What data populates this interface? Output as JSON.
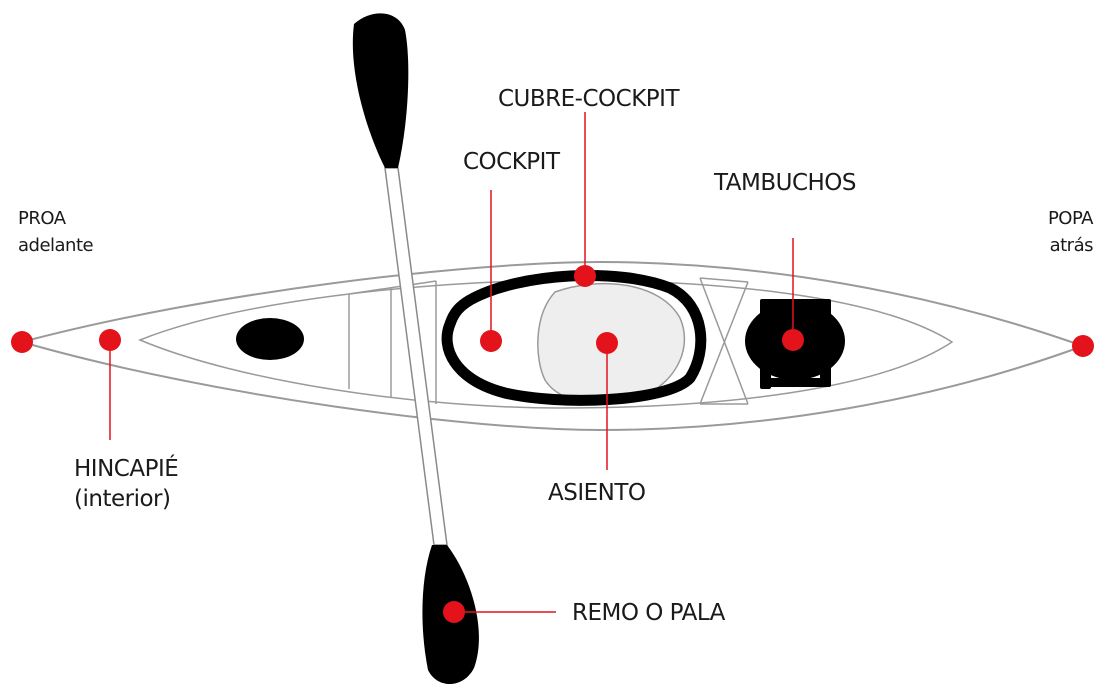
{
  "diagram": {
    "accent_color": "#e4121b",
    "labels": {
      "proa": {
        "line1": "PROA",
        "line2": "adelante"
      },
      "popa": {
        "line1": "POPA",
        "line2": "atrás"
      },
      "cubre_cockpit": "CUBRE-COCKPIT",
      "cockpit": "COCKPIT",
      "tambuchos": "TAMBUCHOS",
      "hincapie": {
        "line1": "HINCAPIÉ",
        "line2": "(interior)"
      },
      "asiento": "ASIENTO",
      "remo": "REMO O PALA"
    }
  }
}
